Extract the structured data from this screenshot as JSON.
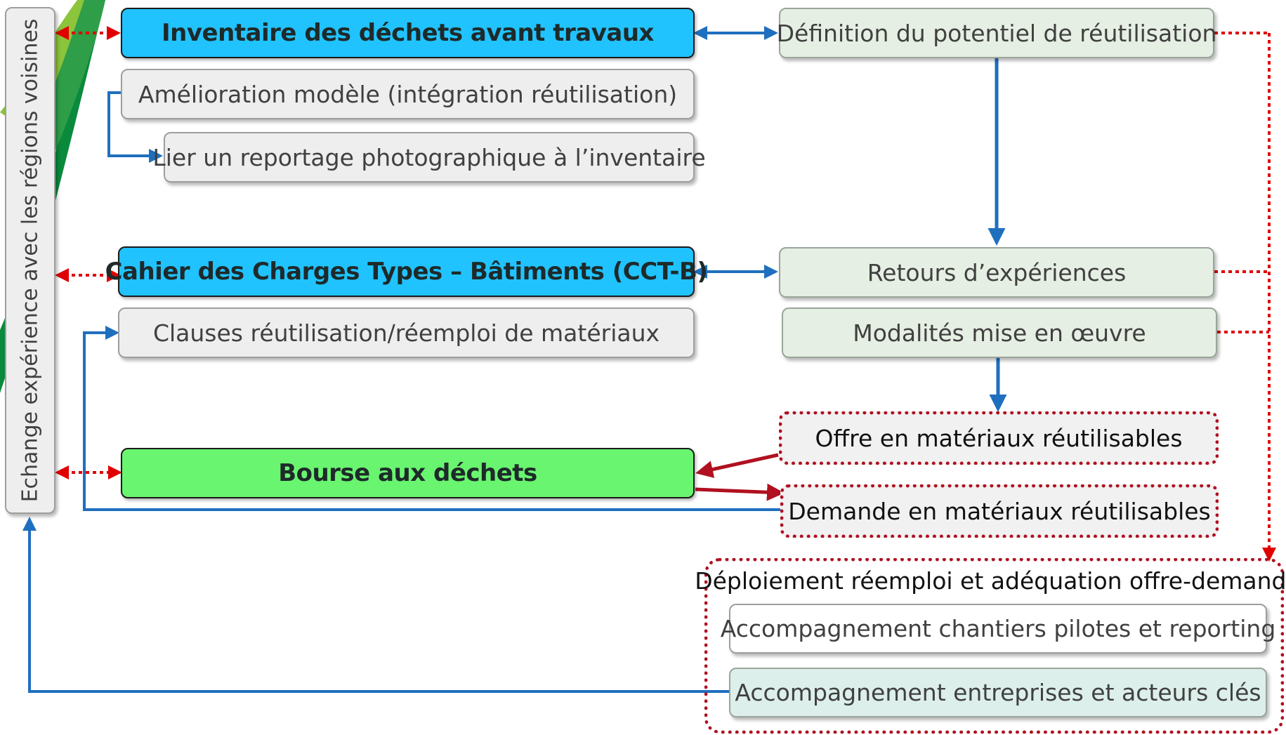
{
  "side_label": "Echange expérience avec les régions voisines",
  "left": {
    "inventory_title": "Inventaire des déchets avant travaux",
    "model_improvement": "Amélioration modèle (intégration réutilisation)",
    "photo_report": "Lier un reportage photographique à l’inventaire",
    "cct_title": "Cahier des Charges Types – Bâtiments (CCT-B)",
    "clauses": "Clauses réutilisation/réemploi de matériaux",
    "exchange_title": "Bourse aux déchets"
  },
  "right": {
    "potential": "Définition du potentiel de réutilisation",
    "feedback": "Retours d’expériences",
    "modalities": "Modalités mise en œuvre",
    "offer": "Offre en matériaux réutilisables",
    "demand": "Demande en matériaux réutilisables"
  },
  "deployment": {
    "title": "Déploiement réemploi et adéquation offre-demande",
    "pilot": "Accompagnement chantiers pilotes et reporting",
    "companies": "Accompagnement entreprises et acteurs clés"
  },
  "colors": {
    "main_blue": "#21c3ff",
    "main_green": "#69f56f",
    "arrow_blue": "#1f6fbf",
    "arrow_red": "#b01020",
    "dotted_red": "#e00000"
  }
}
